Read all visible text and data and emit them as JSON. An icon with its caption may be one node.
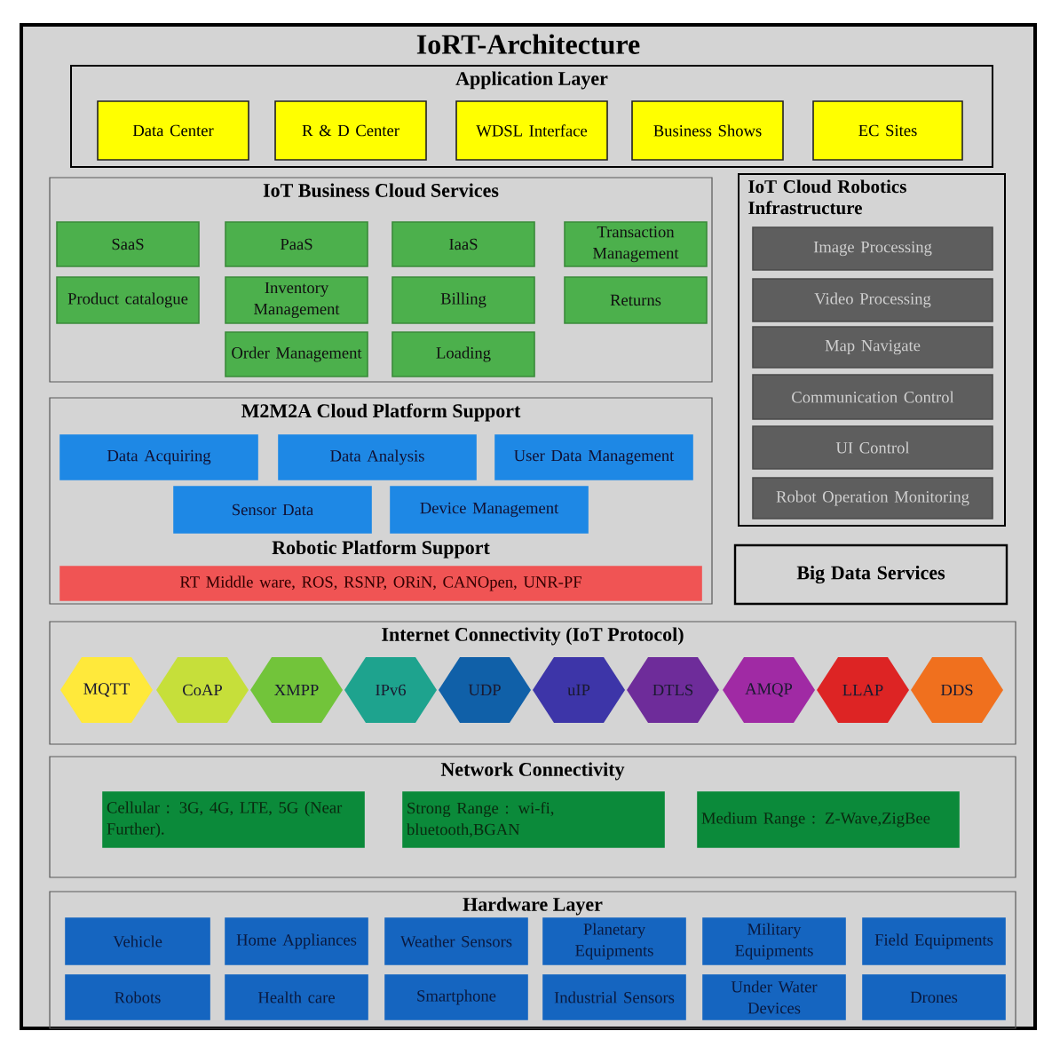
{
  "diagram": {
    "nodes": [
      {
        "text": [
          "IoRT-Architecture"
        ]
      },
      {
        "text": [
          "Application Layer"
        ],
        "in": 0
      },
      {
        "text": [
          "Data Center"
        ],
        "in": 1
      },
      {
        "text": [
          "R & D Center"
        ],
        "in": 1
      },
      {
        "text": [
          "WDSL Interface"
        ],
        "in": 1
      },
      {
        "text": [
          "Business Shows"
        ],
        "in": 1
      },
      {
        "text": [
          "EC Sites"
        ],
        "in": 1
      },
      {
        "text": [
          "IoT Business Cloud Services"
        ],
        "in": 0
      },
      {
        "text": [
          "SaaS"
        ],
        "in": 7
      },
      {
        "text": [
          "PaaS"
        ],
        "in": 7
      },
      {
        "text": [
          "IaaS"
        ],
        "in": 7
      },
      {
        "text": [
          "Transaction Management"
        ],
        "in": 7
      },
      {
        "text": [
          "Product catalogue"
        ],
        "in": 7
      },
      {
        "text": [
          "Inventory Management"
        ],
        "in": 7
      },
      {
        "text": [
          "Billing"
        ],
        "in": 7
      },
      {
        "text": [
          "Returns"
        ],
        "in": 7
      },
      {
        "text": [
          "Order Management"
        ],
        "in": 7
      },
      {
        "text": [
          "Loading"
        ],
        "in": 7
      },
      {
        "text": [
          "IoT Cloud Robotics Infrastructure"
        ],
        "in": 0
      },
      {
        "text": [
          "Image Processing"
        ],
        "in": 18
      },
      {
        "text": [
          "Video Processing"
        ],
        "in": 18
      },
      {
        "text": [
          "Map Navigate"
        ],
        "in": 18
      },
      {
        "text": [
          "Communication Control"
        ],
        "in": 18
      },
      {
        "text": [
          "UI Control"
        ],
        "in": 18
      },
      {
        "text": [
          "Robot Operation Monitoring"
        ],
        "in": 18
      },
      {
        "text": [
          "M2M2A Cloud Platform Support",
          "Robotic Platform Support"
        ],
        "in": 0
      },
      {
        "text": [
          "Data Acquiring"
        ],
        "in": 25
      },
      {
        "text": [
          "Data Analysis"
        ],
        "in": 25
      },
      {
        "text": [
          "User Data Management"
        ],
        "in": 25
      },
      {
        "text": [
          "Sensor Data"
        ],
        "in": 25
      },
      {
        "text": [
          "Device Management"
        ],
        "in": 25
      },
      {
        "text": [
          "RT Middle ware, ROS, RSNP, ORiN, CANOpen, UNR-PF"
        ],
        "in": 25
      },
      {
        "text": [
          "Big Data Services"
        ],
        "in": 0
      },
      {
        "text": [
          "Internet Connectivity (IoT Protocol)"
        ],
        "in": 0
      },
      {
        "text": [
          "MQTT"
        ],
        "in": 33
      },
      {
        "text": [
          "CoAP"
        ],
        "in": 33
      },
      {
        "text": [
          "XMPP"
        ],
        "in": 33
      },
      {
        "text": [
          "IPv6"
        ],
        "in": 33
      },
      {
        "text": [
          "UDP"
        ],
        "in": 33
      },
      {
        "text": [
          "uIP"
        ],
        "in": 33
      },
      {
        "text": [
          "DTLS"
        ],
        "in": 33
      },
      {
        "text": [
          "AMQP"
        ],
        "in": 33
      },
      {
        "text": [
          "LLAP"
        ],
        "in": 33
      },
      {
        "text": [
          "DDS"
        ],
        "in": 33
      },
      {
        "text": [
          "Network Connectivity"
        ],
        "in": 0
      },
      {
        "text": [
          "Cellular : 3G, 4G, LTE, 5G (Near Further)."
        ],
        "in": 44
      },
      {
        "text": [
          "Strong Range : wi-fi, bluetooth,BGAN"
        ],
        "in": 44
      },
      {
        "text": [
          "Medium Range : Z-Wave,ZigBee"
        ],
        "in": 44
      },
      {
        "text": [
          "Hardware Layer"
        ],
        "in": 0
      },
      {
        "text": [
          "Vehicle"
        ],
        "in": 48
      },
      {
        "text": [
          "Home Appliances"
        ],
        "in": 48
      },
      {
        "text": [
          "Weather Sensors"
        ],
        "in": 48
      },
      {
        "text": [
          "Planetary Equipments"
        ],
        "in": 48
      },
      {
        "text": [
          "Military Equipments"
        ],
        "in": 48
      },
      {
        "text": [
          "Field Equipments"
        ],
        "in": 48
      },
      {
        "text": [
          "Robots"
        ],
        "in": 48
      },
      {
        "text": [
          "Health care"
        ],
        "in": 48
      },
      {
        "text": [
          "Smartphone"
        ],
        "in": 48
      },
      {
        "text": [
          "Industrial Sensors"
        ],
        "in": 48
      },
      {
        "text": [
          "Under Water Devices"
        ],
        "in": 48
      },
      {
        "text": [
          "Drones"
        ],
        "in": 48
      }
    ]
  }
}
